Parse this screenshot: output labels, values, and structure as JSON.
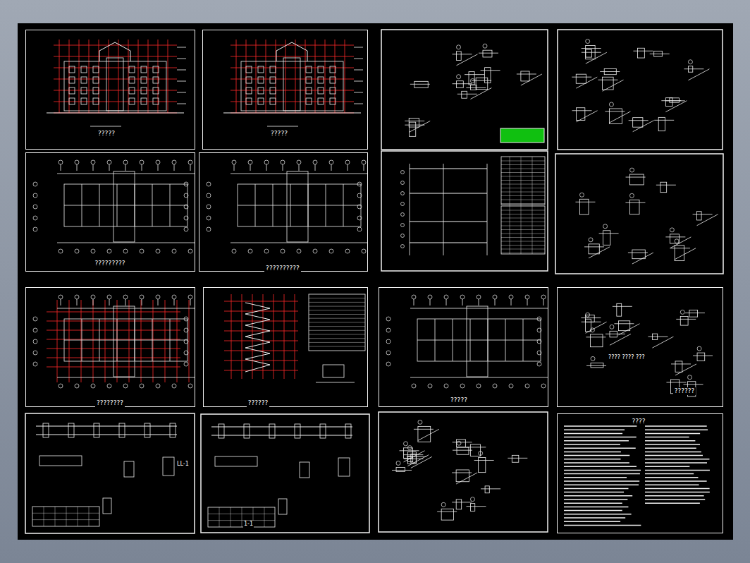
{
  "diagram": {
    "nodes": [
      {
        "text": [
          "?????"
        ]
      },
      {
        "text": [
          "?????"
        ]
      },
      {
        "text": [
          "?????????"
        ]
      },
      {
        "text": [
          "??????????"
        ]
      },
      {
        "text": [
          "????????"
        ]
      },
      {
        "text": [
          "??????"
        ]
      },
      {
        "text": [
          "?????"
        ]
      },
      {
        "text": [
          "??????"
        ]
      },
      {
        "text": [
          "????"
        ]
      }
    ],
    "labels": [
      "???? ???? ???",
      "LL-1",
      "1-1"
    ]
  }
}
